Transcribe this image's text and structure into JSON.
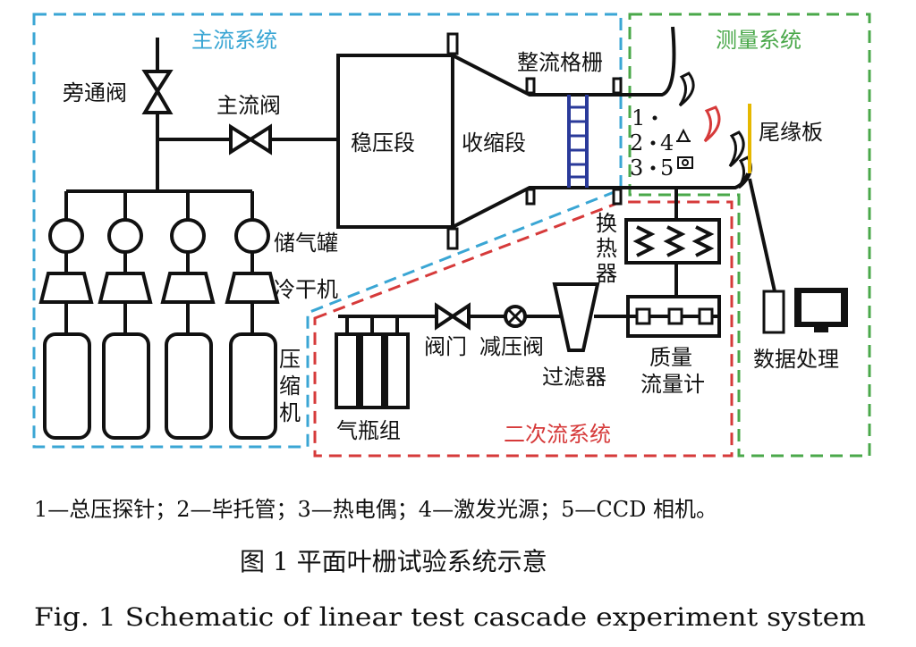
{
  "systems": {
    "main": {
      "label": "主流系统",
      "color": "#3aa6d4"
    },
    "measure": {
      "label": "测量系统",
      "color": "#4aa84a"
    },
    "secondary": {
      "label": "二次流系统",
      "color": "#d63a3a"
    }
  },
  "components": {
    "bypass_valve": "旁通阀",
    "main_valve": "主流阀",
    "settling": "稳压段",
    "contraction": "收缩段",
    "straightener": "整流格栅",
    "tank": "储气罐",
    "dryer": "冷干机",
    "compressor": [
      "压",
      "缩",
      "机"
    ],
    "trailing_plate": "尾缘板",
    "heat_exchanger": [
      "换",
      "热",
      "器"
    ],
    "valve": "阀门",
    "pressure_reducer": "减压阀",
    "filter": "过滤器",
    "mass_flow": [
      "质量",
      "流量计"
    ],
    "cylinders": "气瓶组",
    "data_processing": "数据处理"
  },
  "probe_labels": [
    "1",
    "2",
    "4",
    "3",
    "5"
  ],
  "caption": {
    "legend": "1—总压探针；2—毕托管；3—热电偶；4—激发光源；5—CCD 相机。",
    "title_cn": "图 1    平面叶栅试验系统示意",
    "title_en": "Fig. 1    Schematic of linear test cascade experiment system"
  }
}
